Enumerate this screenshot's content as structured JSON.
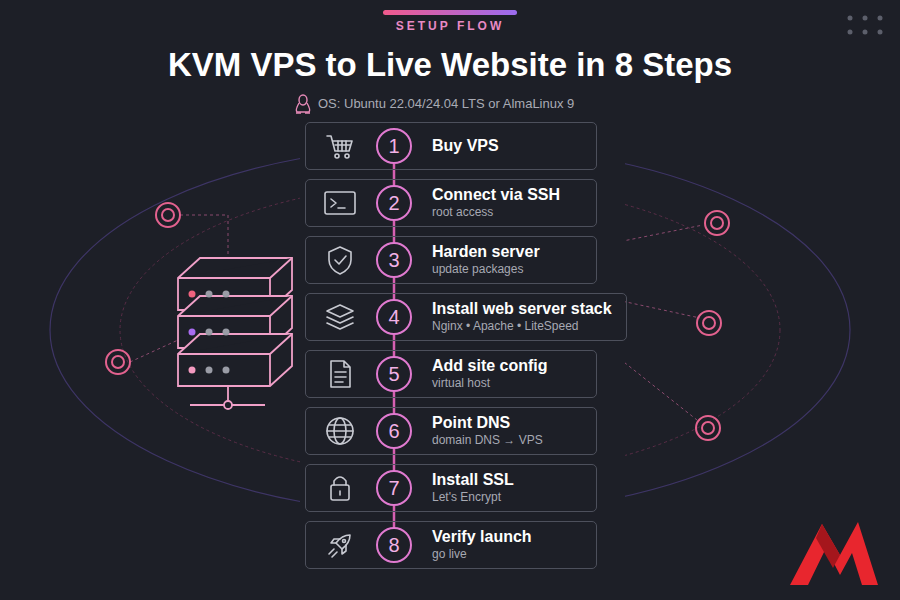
{
  "diagram": {
    "title": "KVM VPS to Live Website in 8 Steps",
    "nodes": [
      {
        "text": [
          "Buy VPS"
        ]
      },
      {
        "text": [
          "1"
        ],
        "in": 0
      },
      {
        "text": [
          "Connect via SSH",
          "root access"
        ]
      },
      {
        "text": [
          "2"
        ],
        "in": 2
      },
      {
        "text": [
          "Harden server",
          "update packages"
        ]
      },
      {
        "text": [
          "3"
        ],
        "in": 4
      },
      {
        "text": [
          "Install web server stack",
          "Nginx • Apache • LiteSpeed"
        ]
      },
      {
        "text": [
          "4"
        ],
        "in": 6
      },
      {
        "text": [
          "Add site config",
          "virtual host"
        ]
      },
      {
        "text": [
          "5"
        ],
        "in": 8
      },
      {
        "text": [
          "Point DNS",
          "domain DNS → VPS"
        ]
      },
      {
        "text": [
          "6"
        ],
        "in": 10
      },
      {
        "text": [
          "Install SSL",
          "Let's Encrypt"
        ]
      },
      {
        "text": [
          "7"
        ],
        "in": 12
      },
      {
        "text": [
          "Verify launch",
          "go live"
        ]
      },
      {
        "text": [
          "8"
        ],
        "in": 14
      }
    ],
    "edges": [
      {
        "from": 1,
        "to": 3,
        "arrow": "none"
      },
      {
        "from": 3,
        "to": 5,
        "arrow": "none"
      },
      {
        "from": 5,
        "to": 7,
        "arrow": "none"
      },
      {
        "from": 7,
        "to": 9,
        "arrow": "none"
      },
      {
        "from": 9,
        "to": 11,
        "arrow": "none"
      },
      {
        "from": 11,
        "to": 13,
        "arrow": "none"
      },
      {
        "from": 13,
        "to": 15,
        "arrow": "none"
      }
    ],
    "labels": [
      "SETUP FLOW",
      "OS: Ubuntu 22.04/24.04 LTS or AlmaLinux 9"
    ]
  }
}
